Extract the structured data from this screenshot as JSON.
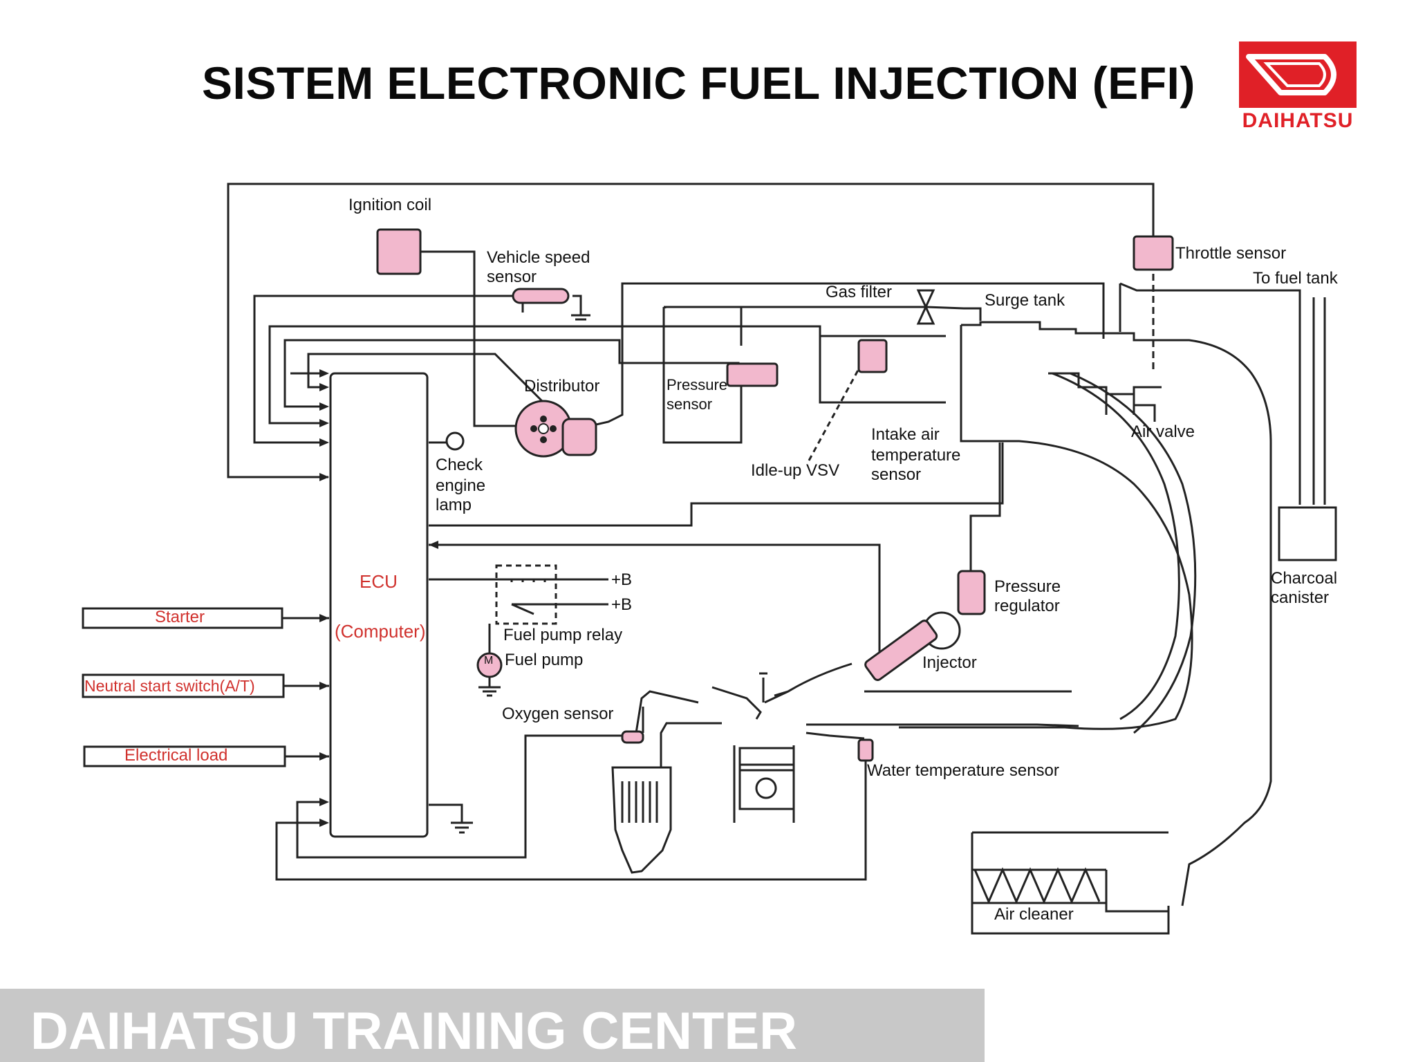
{
  "header": {
    "title": "SISTEM ELECTRONIC FUEL INJECTION (EFI)",
    "logo_text": "DAIHATSU"
  },
  "colors": {
    "brand_red": "#e02027",
    "component_pink": "#f2b8cd",
    "line": "#222222",
    "label_red": "#d0312d",
    "footer_bg": "#c8c8c8"
  },
  "diagram": {
    "labels": {
      "ignition_coil": "Ignition coil",
      "vehicle_speed_sensor_1": "Vehicle speed",
      "vehicle_speed_sensor_2": "sensor",
      "throttle_sensor": "Throttle sensor",
      "to_fuel_tank": "To fuel tank",
      "gas_filter": "Gas filter",
      "surge_tank": "Surge tank",
      "distributor": "Distributor",
      "pressure_sensor_1": "Pressure",
      "pressure_sensor_2": "sensor",
      "air_valve": "Air valve",
      "check_lamp_1": "Check",
      "check_lamp_2": "engine",
      "check_lamp_3": "lamp",
      "idle_up_vsv": "Idle-up VSV",
      "intake_air_1": "Intake air",
      "intake_air_2": "temperature",
      "intake_air_3": "sensor",
      "charcoal_1": "Charcoal",
      "charcoal_2": "canister",
      "ecu": "ECU",
      "computer": "(Computer)",
      "plus_b_1": "+B",
      "plus_b_2": "+B",
      "pressure_regulator_1": "Pressure",
      "pressure_regulator_2": "regulator",
      "starter": "Starter",
      "fuel_pump_relay": "Fuel pump relay",
      "fuel_pump": "Fuel pump",
      "fuel_pump_motor": "M",
      "injector": "Injector",
      "neutral_start_switch": "Neutral start switch(A/T)",
      "oxygen_sensor": "Oxygen sensor",
      "electrical_load": "Electrical load",
      "water_temp_sensor": "Water temperature sensor",
      "air_cleaner": "Air cleaner"
    }
  },
  "footer": {
    "text": "DAIHATSU TRAINING CENTER"
  }
}
